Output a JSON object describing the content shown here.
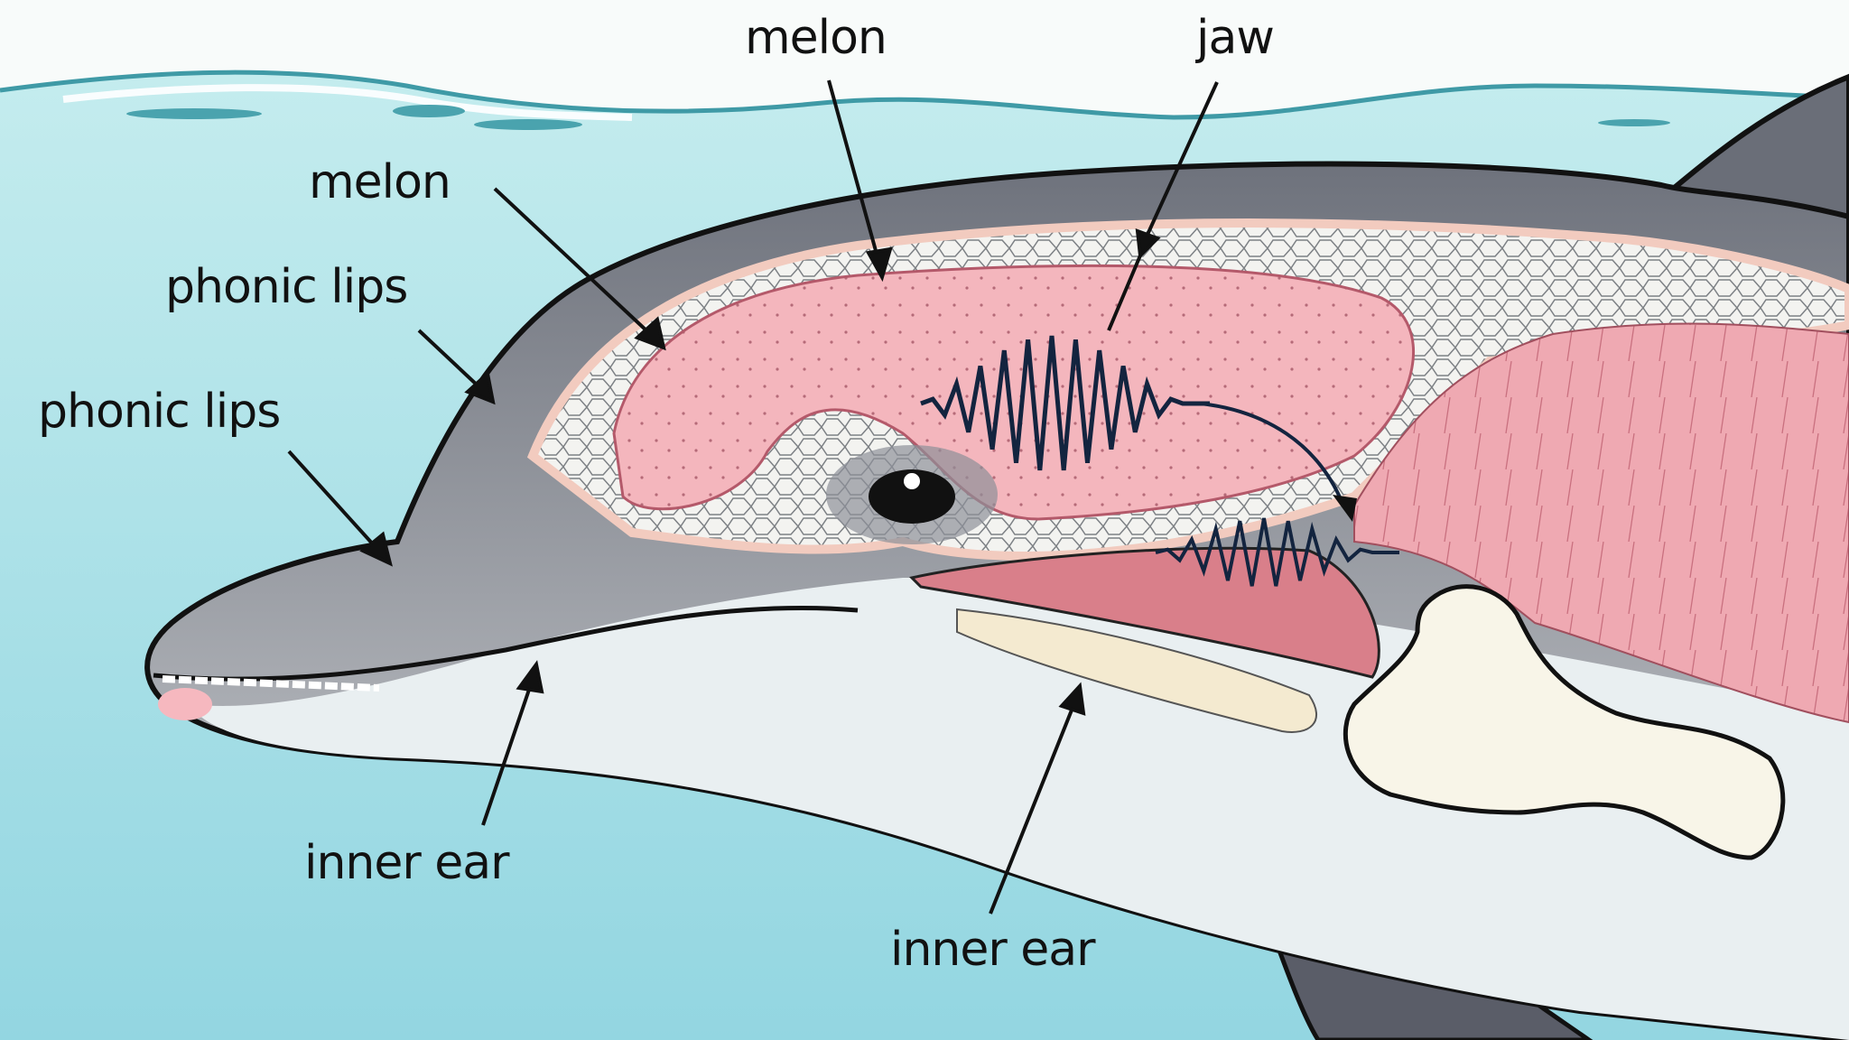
{
  "diagram": {
    "subject": "Dolphin head cross-section (echolocation anatomy)",
    "labels": [
      {
        "id": "melon-top",
        "text": "melon"
      },
      {
        "id": "jaw",
        "text": "jaw"
      },
      {
        "id": "melon-left",
        "text": "melon"
      },
      {
        "id": "phonic-lips-upper",
        "text": "phonic lips"
      },
      {
        "id": "phonic-lips-lower",
        "text": "phonic lips"
      },
      {
        "id": "inner-ear-left",
        "text": "inner ear"
      },
      {
        "id": "inner-ear-right",
        "text": "inner ear"
      }
    ],
    "colors": {
      "sky": "#f8fbfa",
      "water_top": "#c4ecee",
      "water_bottom": "#93d6e1",
      "wave": "#3f9aa6",
      "skin_dark": "#6e727c",
      "skin_mid": "#a3a6ad",
      "belly": "#e9eff1",
      "melon_pink": "#f4b3bb",
      "fat_cells": "#f3f3f0",
      "muscle_pink": "#eea5ae",
      "bone": "#f8f5e8",
      "sound_wave": "#13243f",
      "outline": "#111111"
    }
  }
}
